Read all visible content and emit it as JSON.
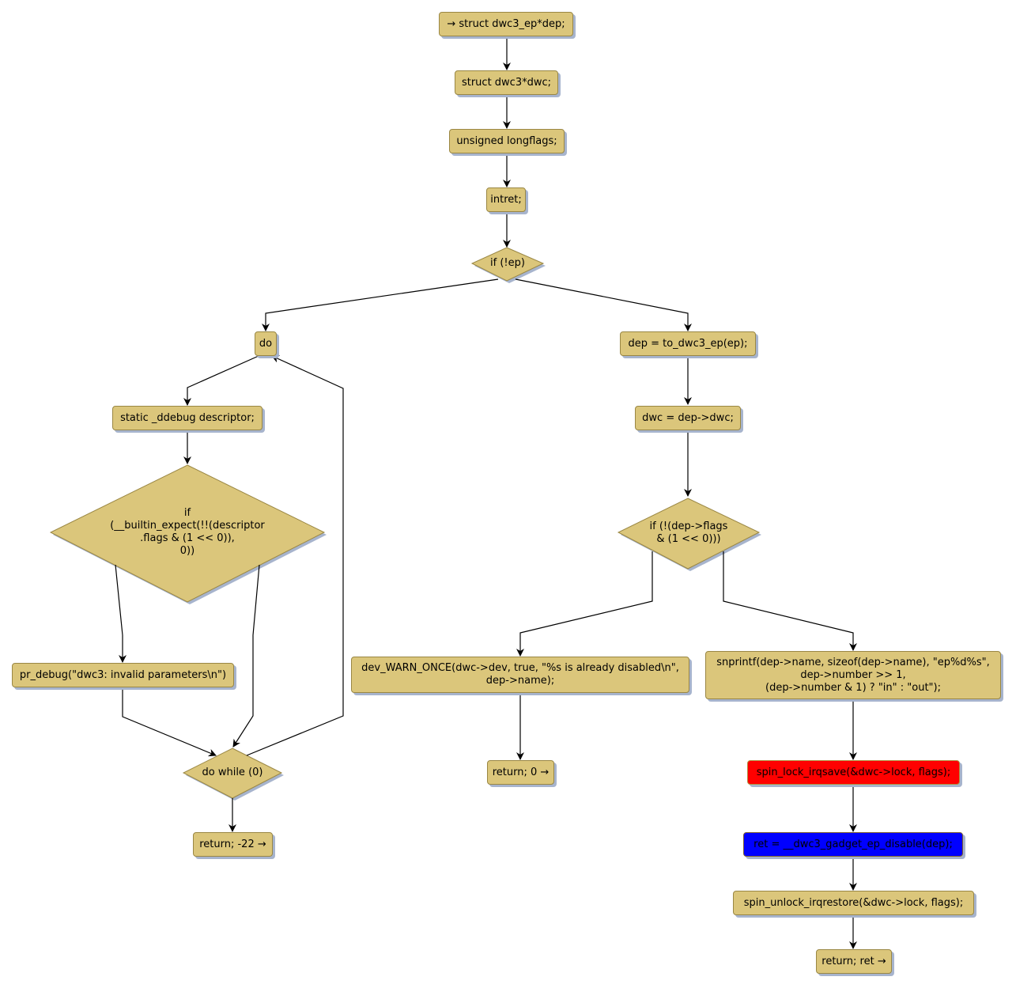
{
  "colors": {
    "node_fill": "#dbc67b",
    "node_border": "#9a8744",
    "shadow": "#a7b4cd",
    "highlight_red": "#ff0000",
    "highlight_blue": "#0000ff",
    "edge": "#000000"
  },
  "nodes": {
    "n1": "→ struct dwc3_ep*dep;",
    "n2": "struct dwc3*dwc;",
    "n3": "unsigned longflags;",
    "n4": "intret;",
    "d1": "if (!ep)",
    "n5": "do",
    "n6": "static _ddebug descriptor;",
    "d2": "if\n(__builtin_expect(!!(descriptor\n.flags & (1 << 0)),\n0))",
    "n7": "pr_debug(\"dwc3: invalid parameters\\n\")",
    "d3": "do while (0)",
    "n8": "return; -22 →",
    "n9": "dep = to_dwc3_ep(ep);",
    "n10": "dwc = dep->dwc;",
    "d4": "if (!(dep->flags\n& (1 << 0)))",
    "n11": "dev_WARN_ONCE(dwc->dev, true, \"%s is already disabled\\n\",\ndep->name);",
    "n12": "return; 0 →",
    "n13": "snprintf(dep->name, sizeof(dep->name), \"ep%d%s\",\ndep->number >> 1,\n(dep->number & 1) ? \"in\" : \"out\");",
    "n14": "spin_lock_irqsave(&dwc->lock, flags);",
    "n15": "ret = __dwc3_gadget_ep_disable(dep);",
    "n16": "spin_unlock_irqrestore(&dwc->lock, flags);",
    "n17": "return; ret →"
  }
}
